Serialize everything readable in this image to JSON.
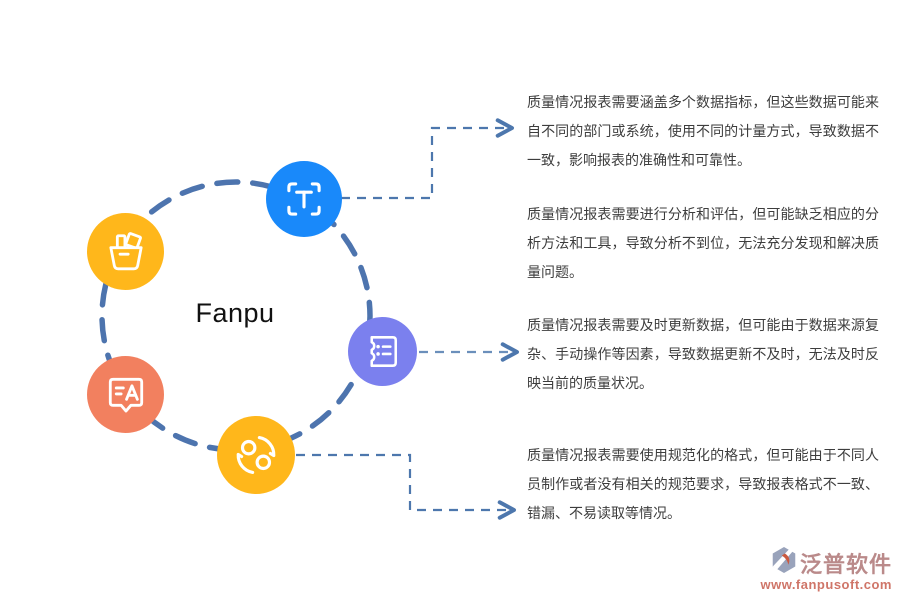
{
  "diagram": {
    "center_label": "Fanpu",
    "dash_circle_color": "#4d74ae",
    "connector_color": "#4d77ad",
    "nodes": [
      {
        "icon": "scan-text-icon",
        "color": "#1989fa"
      },
      {
        "icon": "basket-icon",
        "color": "#ffb71b"
      },
      {
        "icon": "ticket-icon",
        "color": "#7b80ee"
      },
      {
        "icon": "translate-chat-icon",
        "color": "#f2805f"
      },
      {
        "icon": "sync-icon",
        "color": "#ffb71b"
      }
    ]
  },
  "notes": [
    {
      "text": "质量情况报表需要涵盖多个数据指标，但这些数据可能来自不同的部门或系统，使用不同的计量方式，导致数据不一致，影响报表的准确性和可靠性。"
    },
    {
      "text": "质量情况报表需要进行分析和评估，但可能缺乏相应的分析方法和工具，导致分析不到位，无法充分发现和解决质量问题。"
    },
    {
      "text": "质量情况报表需要及时更新数据，但可能由于数据来源复杂、手动操作等因素，导致数据更新不及时，无法及时反映当前的质量状况。"
    },
    {
      "text": "质量情况报表需要使用规范化的格式，但可能由于不同人员制作或者没有相关的规范要求，导致报表格式不一致、错漏、不易读取等情况。"
    }
  ],
  "watermark": {
    "brand": "泛普软件",
    "url": "www.fanpusoft.com"
  }
}
